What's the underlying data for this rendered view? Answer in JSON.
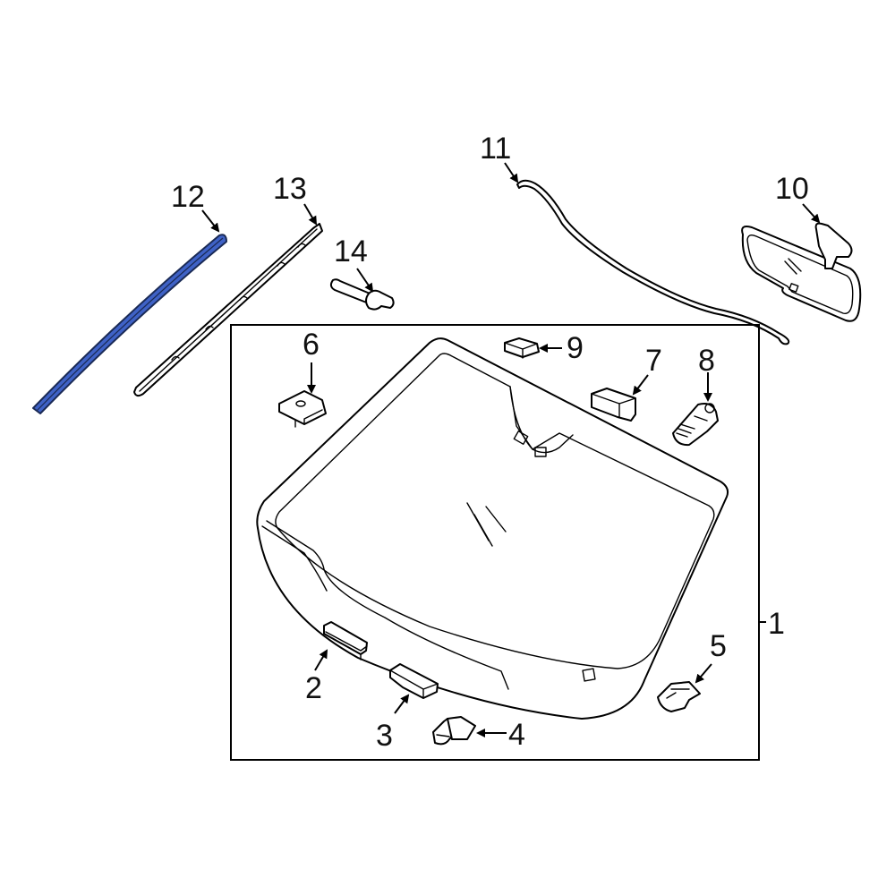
{
  "diagram": {
    "type": "exploded parts diagram",
    "subject": "Windshield glass and related components",
    "highlight_color": "#3f62c6",
    "group_box": {
      "label": "1",
      "contains": [
        "2",
        "3",
        "4",
        "5",
        "6",
        "7",
        "8",
        "9"
      ]
    },
    "callouts": [
      {
        "id": "1",
        "label": "1",
        "part": "windshield-assembly"
      },
      {
        "id": "2",
        "label": "2",
        "part": "spacer-block"
      },
      {
        "id": "3",
        "label": "3",
        "part": "support-block"
      },
      {
        "id": "4",
        "label": "4",
        "part": "lower-clip"
      },
      {
        "id": "5",
        "label": "5",
        "part": "side-clip"
      },
      {
        "id": "6",
        "label": "6",
        "part": "upper-bracket"
      },
      {
        "id": "7",
        "label": "7",
        "part": "sensor-cover"
      },
      {
        "id": "8",
        "label": "8",
        "part": "sensor-bracket"
      },
      {
        "id": "9",
        "label": "9",
        "part": "pad"
      },
      {
        "id": "10",
        "label": "10",
        "part": "rear-view-mirror"
      },
      {
        "id": "11",
        "label": "11",
        "part": "upper-molding"
      },
      {
        "id": "12",
        "label": "12",
        "part": "side-molding",
        "highlighted": true
      },
      {
        "id": "13",
        "label": "13",
        "part": "side-retainer"
      },
      {
        "id": "14",
        "label": "14",
        "part": "pin-clip"
      }
    ]
  }
}
